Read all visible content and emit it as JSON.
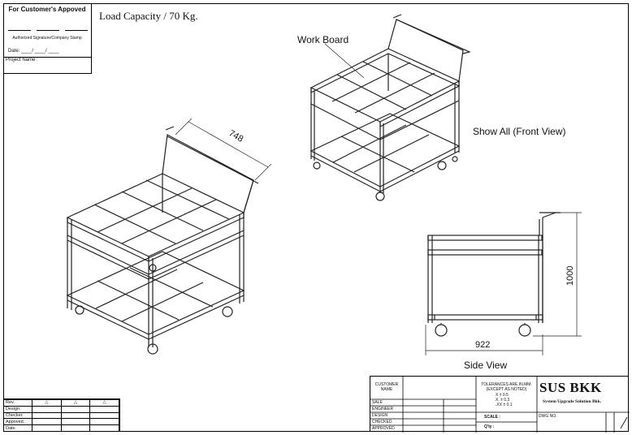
{
  "approval": {
    "title": "For Customer's  Appoved",
    "signature_label": "Authorized Signature/Company Stamp",
    "date_label": "Date: ____/ ____/ ____",
    "project_label": "Project Name :"
  },
  "load_capacity": "Load Capacity / 70 Kg.",
  "labels": {
    "work_board": "Work Board",
    "show_all": "Show All (Front View)",
    "side_view": "Side View"
  },
  "dimensions": {
    "depth": "748",
    "height": "1000",
    "width": "922"
  },
  "revision_table": {
    "rows": [
      "Rev.",
      "Design.",
      "Checker.",
      "Appoved.",
      "Date."
    ]
  },
  "title_block": {
    "customer_name": "CUSTOMER\nNAME",
    "sale": "SALE",
    "engineer": "ENGINEER",
    "design": "DESIGN",
    "checked": "CHECKED",
    "approved": "APPROVED",
    "tolerance_title": "TOLERANCES ARE IN.MM.",
    "tolerance_note": "(EXCEPT AS NOTED)",
    "tol_x": "X    ± 0.5",
    "tol_xx": "X.    ± 0.3",
    "tol_xxx": ".XX  ± 0.1",
    "scale": "SCALE :",
    "qty": "Q'ty  :",
    "company": "SUS BKK",
    "company_sub": "System Upgrade Solution Bkk.",
    "dwg_no": "DWG NO."
  }
}
